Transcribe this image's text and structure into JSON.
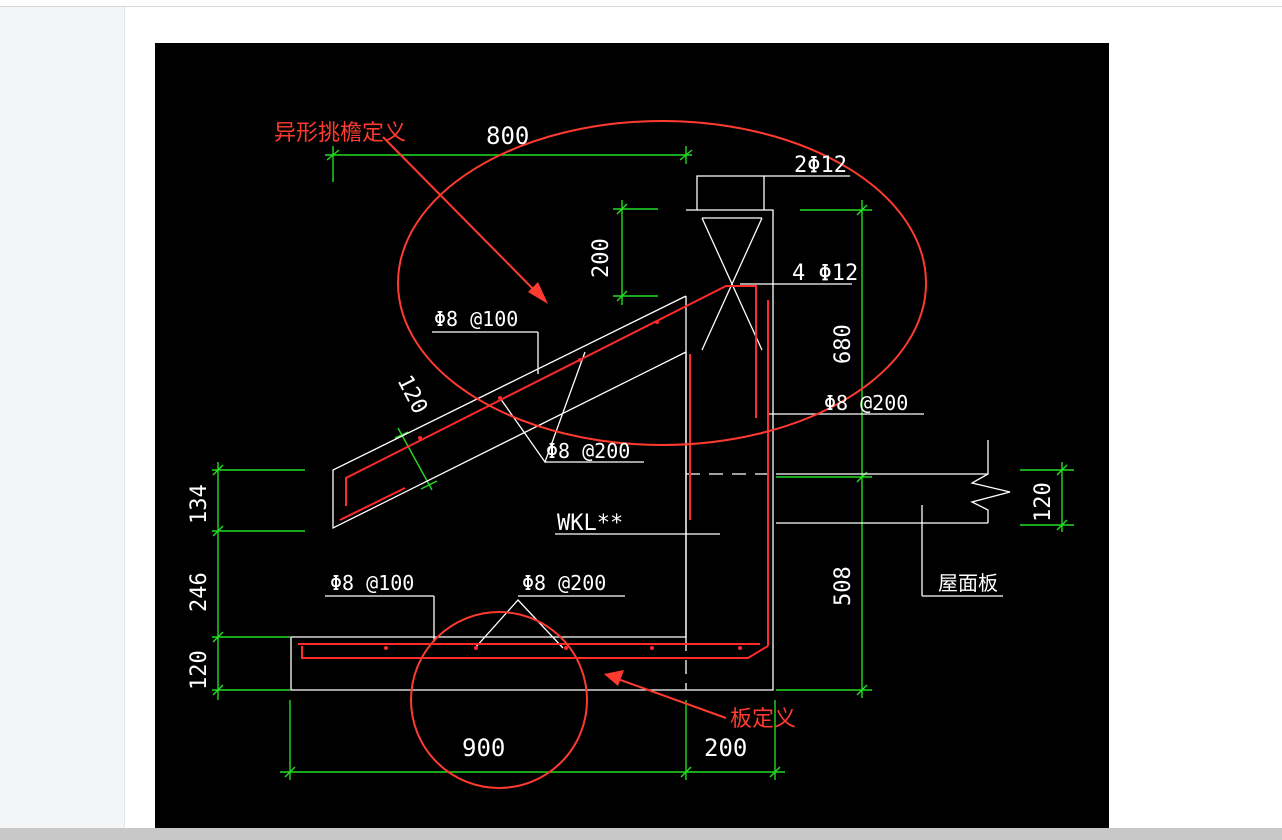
{
  "drawing": {
    "callouts": {
      "eave": "异形挑檐定义",
      "slab": "板定义"
    },
    "dimensions": {
      "eave_width": "800",
      "eave_step": "200",
      "eave_thickness": "120",
      "left_upper": "134",
      "left_middle": "246",
      "left_lower": "120",
      "wall_upper": "680",
      "wall_lower": "508",
      "roof_thickness": "120",
      "bottom_width": "900",
      "bottom_wall": "200"
    },
    "rebar": {
      "top_bars": "2Φ12",
      "corner_bars": "4 Φ12",
      "eave_top": "Φ8 @100",
      "eave_bottom": "Φ8 @200",
      "wall_stirrup": "Φ8 @200",
      "slab_left": "Φ8 @100",
      "slab_right": "Φ8 @200"
    },
    "labels": {
      "beam": "WKL**",
      "roof_slab": "屋面板"
    },
    "colors": {
      "background": "#000000",
      "concrete_outline": "#ffffff",
      "rebar": "#ff2a2a",
      "dimension": "#22dd22",
      "annotation": "#ff3b2f"
    }
  }
}
